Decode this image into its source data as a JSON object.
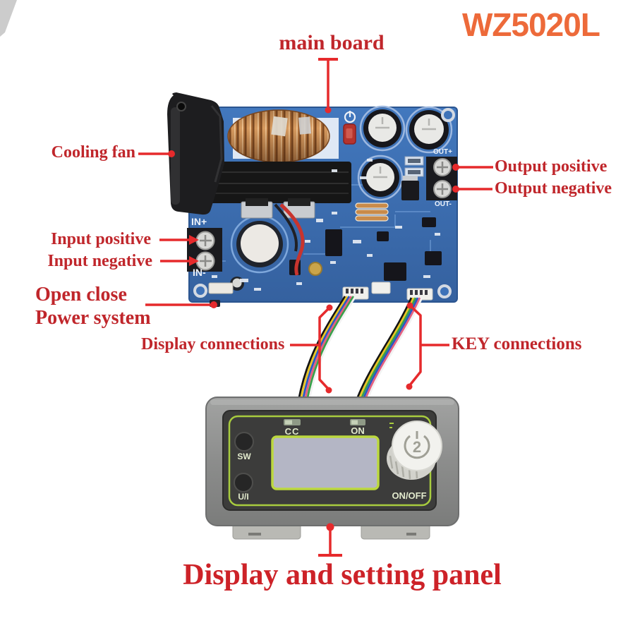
{
  "title": "WZ5020L",
  "annotations": {
    "main_board": "main board",
    "cooling_fan": "Cooling fan",
    "output_positive": "Output positive",
    "output_negative": "Output negative",
    "input_positive": "Input positive",
    "input_negative": "Input negative",
    "open_close": "Open close",
    "power_system": "Power system",
    "display_connections": "Display connections",
    "key_connections": "KEY connections",
    "bottom_caption": "Display and setting panel"
  },
  "board_silkscreen": {
    "in_plus": "IN+",
    "in_minus": "IN-",
    "out_plus": "OUT+",
    "out_minus": "OUT-"
  },
  "panel_labels": {
    "sw": "SW",
    "ui": "U/I",
    "cc": "CC",
    "on": "ON",
    "on_off": "ON/OFF"
  },
  "colors": {
    "label_red": "#c0262b",
    "line_red": "#e62a2c",
    "title_orange": "#ed6a3a",
    "pcb_blue": "#3e72b8",
    "panel_green": "#a8cc3e",
    "coil_copper": "#b0713a",
    "lcd_fill": "#b4b6c5"
  }
}
